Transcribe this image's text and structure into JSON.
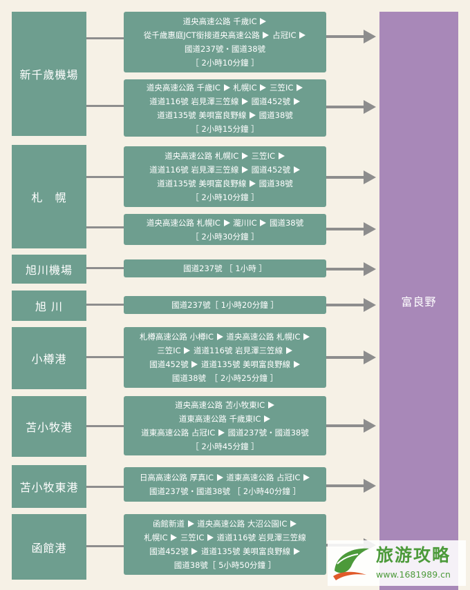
{
  "destination": "富良野",
  "origins": [
    {
      "id": "new-chitose",
      "label": "新千歲機場"
    },
    {
      "id": "sapporo",
      "label": "札　幌"
    },
    {
      "id": "asahikawa-airport",
      "label": "旭川機場"
    },
    {
      "id": "asahikawa",
      "label": "旭 川"
    },
    {
      "id": "otaru-port",
      "label": "小樽港"
    },
    {
      "id": "tomakomai-port",
      "label": "苫小牧港"
    },
    {
      "id": "tomakomai-east-port",
      "label": "苫小牧東港"
    },
    {
      "id": "hakodate-port",
      "label": "函館港"
    }
  ],
  "routes": [
    {
      "origin": "new-chitose",
      "lines": [
        "道央高速公路 千歲IC ➡",
        "從千歲惠庭JCT銜接道央高速公路 ➡ 占冠IC ➡",
        "國道237號・國道38號",
        "［ 2小時10分鐘 ］"
      ]
    },
    {
      "origin": "new-chitose",
      "lines": [
        "道央高速公路 千歲IC ➡ 札幌IC ➡ 三笠IC ➡",
        "道道116號 岩見澤三笠線 ➡ 國道452號 ➡",
        "道道135號 美唄富良野線 ➡ 國道38號",
        "［ 2小時15分鐘 ］"
      ]
    },
    {
      "origin": "sapporo",
      "lines": [
        "道央高速公路 札幌IC ➡ 三笠IC ➡",
        "道道116號 岩見澤三笠線 ➡ 國道452號 ➡",
        "道道135號 美唄富良野線 ➡ 國道38號",
        "［ 2小時10分鐘 ］"
      ]
    },
    {
      "origin": "sapporo",
      "lines": [
        "道央高速公路 札幌IC ➡ 瀧川IC ➡ 國道38號",
        "［ 2小時30分鐘 ］"
      ]
    },
    {
      "origin": "asahikawa-airport",
      "lines": [
        "國道237號 ［ 1小時 ］"
      ]
    },
    {
      "origin": "asahikawa",
      "lines": [
        "國道237號［ 1小時20分鐘 ］"
      ]
    },
    {
      "origin": "otaru-port",
      "lines": [
        "札樽高速公路 小樽IC ➡ 道央高速公路 札幌IC ➡",
        "三笠IC ➡ 道道116號 岩見澤三笠線 ➡",
        "國道452號 ➡ 道道135號 美唄富良野線 ➡",
        "國道38號　［ 2小時25分鐘 ］"
      ]
    },
    {
      "origin": "tomakomai-port",
      "lines": [
        "道央高速公路 苫小牧東IC ➡",
        "道東高速公路 千歲東IC ➡",
        "道東高速公路 占冠IC ➡ 國道237號・國道38號",
        "［ 2小時45分鐘 ］"
      ]
    },
    {
      "origin": "tomakomai-east-port",
      "lines": [
        "日高高速公路 厚真IC ➡ 道東高速公路 占冠IC ➡",
        "國道237號・國道38號 ［ 2小時40分鐘 ］"
      ]
    },
    {
      "origin": "hakodate-port",
      "lines": [
        "函館新道 ➡ 道央高速公路 大沼公園IC ➡",
        "札幌IC ➡ 三笠IC ➡ 道道116號 岩見澤三笠線",
        "國道452號 ➡ 道道135號 美唄富良野線 ➡",
        "國道38號［ 5小時50分鐘 ］"
      ]
    }
  ],
  "watermark": {
    "title": "旅游攻略",
    "url": "www.1681989.cn"
  }
}
